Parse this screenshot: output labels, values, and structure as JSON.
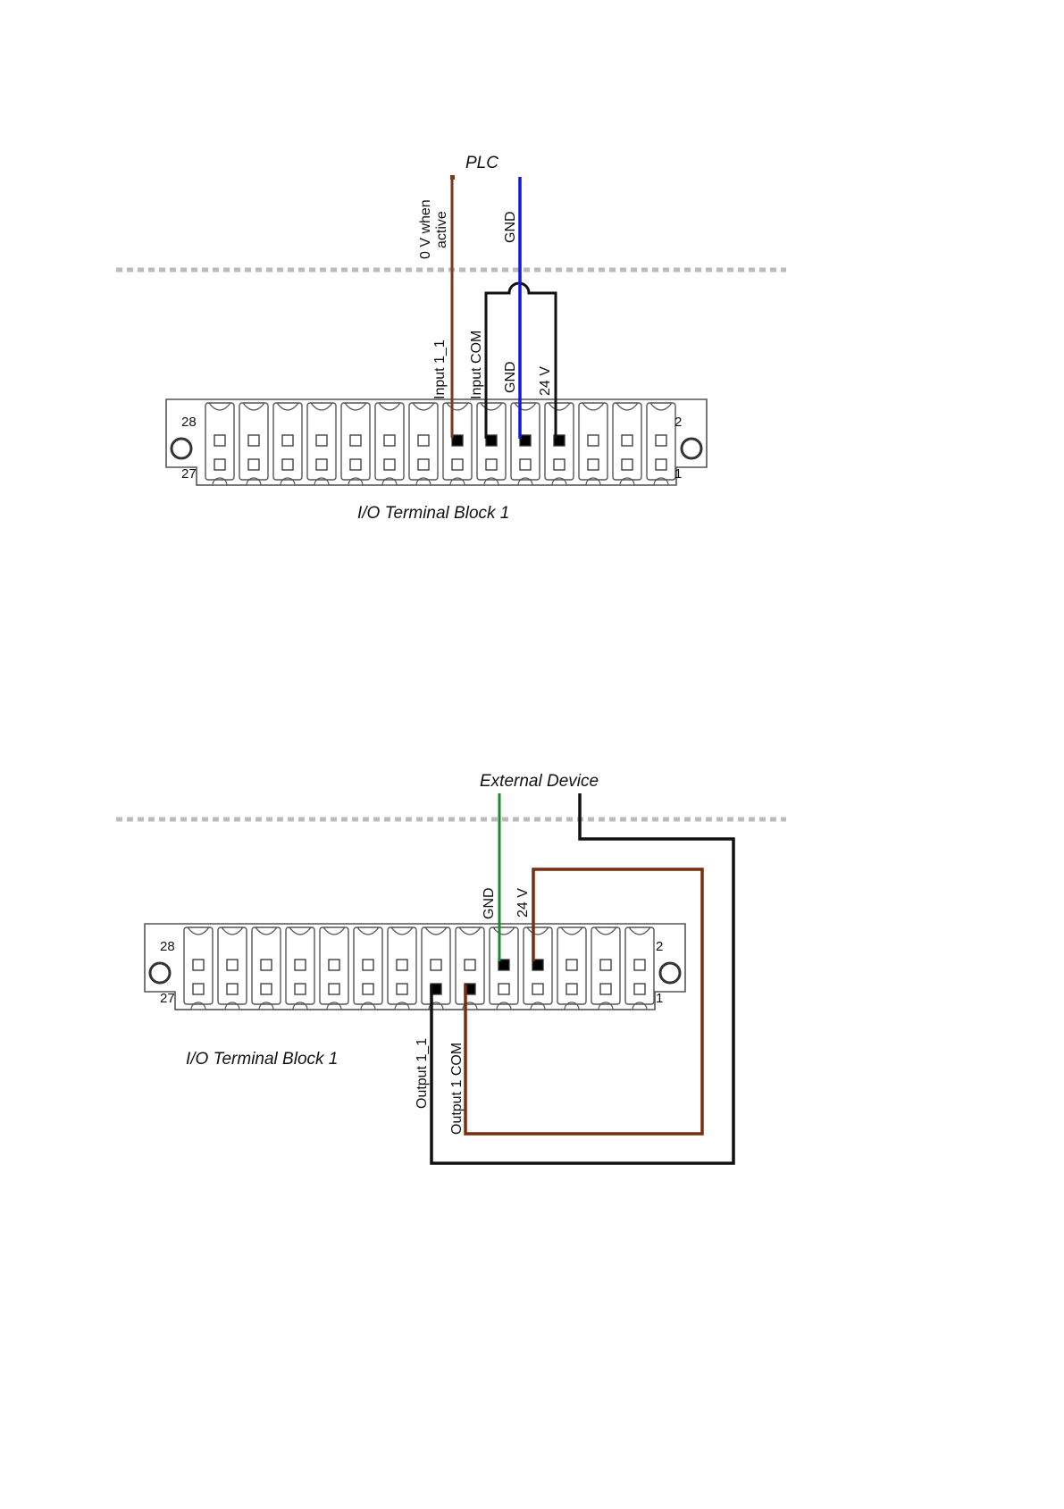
{
  "diagrams": [
    {
      "id": "input-wiring",
      "title": "PLC",
      "block_label": "I/O Terminal Block 1",
      "boundary": "dashed-line",
      "corner_numbers": {
        "top_left": "28",
        "bottom_left": "27",
        "top_right": "2",
        "bottom_right": "1"
      },
      "upper_labels": {
        "signal": "0 V when active",
        "signal_line1": "0 V when",
        "signal_line2": "active",
        "gnd": "GND"
      },
      "pin_labels": [
        "Input 1_1",
        "Input COM",
        "GND",
        "24 V"
      ],
      "wire_colors": {
        "signal": "#7a3a1e",
        "gnd": "#1515e0",
        "loop": "#111111"
      }
    },
    {
      "id": "output-wiring",
      "title": "External Device",
      "block_label": "I/O Terminal Block 1",
      "boundary": "dashed-line",
      "corner_numbers": {
        "top_left": "28",
        "bottom_left": "27",
        "top_right": "2",
        "bottom_right": "1"
      },
      "pin_labels_top": [
        "GND",
        "24 V"
      ],
      "pin_labels_bottom": [
        "Output 1_1",
        "Output 1 COM"
      ],
      "wire_colors": {
        "gnd": "#1a8a2a",
        "supply": "#7a2e0e",
        "return": "#111111"
      }
    }
  ],
  "colors": {
    "dashed_line": "#bbbbbb",
    "terminal_outline": "#555555",
    "connected_pin": "#000000"
  }
}
